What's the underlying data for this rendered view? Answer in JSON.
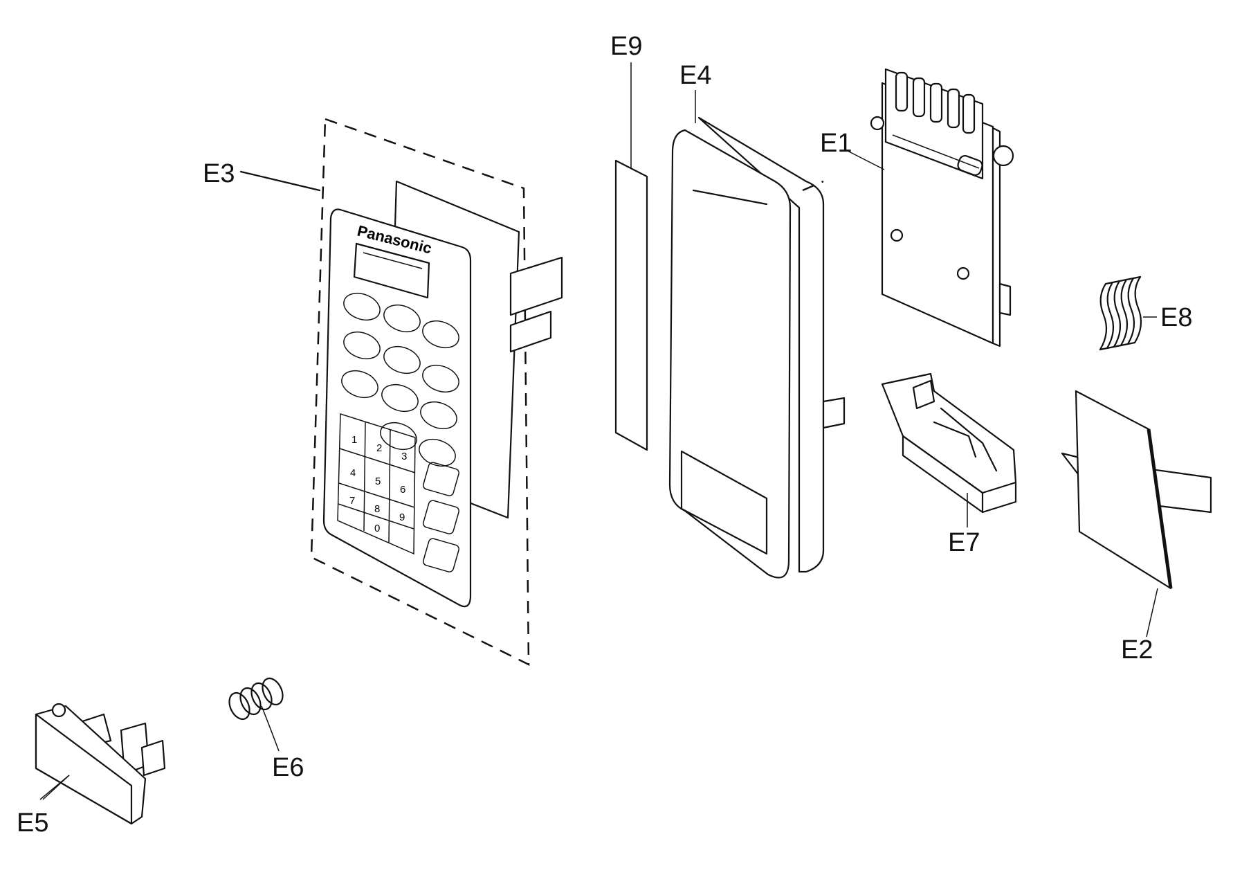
{
  "diagram": {
    "brand_text": "Panasonic",
    "keypad_digits": [
      "1",
      "2",
      "3",
      "4",
      "5",
      "6",
      "7",
      "8",
      "9",
      "0"
    ],
    "parts": [
      {
        "id": "E1",
        "label": "E1"
      },
      {
        "id": "E2",
        "label": "E2"
      },
      {
        "id": "E3",
        "label": "E3"
      },
      {
        "id": "E4",
        "label": "E4"
      },
      {
        "id": "E5",
        "label": "E5"
      },
      {
        "id": "E6",
        "label": "E6"
      },
      {
        "id": "E7",
        "label": "E7"
      },
      {
        "id": "E8",
        "label": "E8"
      },
      {
        "id": "E9",
        "label": "E9"
      }
    ]
  }
}
